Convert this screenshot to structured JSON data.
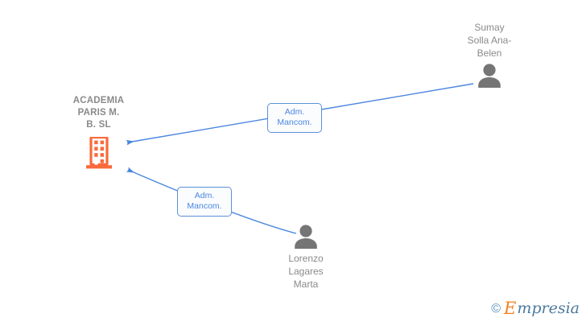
{
  "graph": {
    "background_color": "#ffffff",
    "edge_color": "#4a86e0",
    "company_color": "#f96a3c",
    "person_color": "#757575",
    "label_text_color": "#8a8a8a"
  },
  "company": {
    "name": "ACADEMIA\nPARIS M.\nB.  SL",
    "icon": "building-icon"
  },
  "persons": [
    {
      "name": "Sumay\nSolla Ana-\nBelen",
      "icon": "person-icon"
    },
    {
      "name": "Lorenzo\nLagares\nMarta",
      "icon": "person-icon"
    }
  ],
  "relations": [
    {
      "label": "Adm.\nMancom.",
      "from": "Sumay Solla Ana-Belen",
      "to": "ACADEMIA PARIS M. B. SL"
    },
    {
      "label": "Adm.\nMancom.",
      "from": "Lorenzo Lagares Marta",
      "to": "ACADEMIA PARIS M. B. SL"
    }
  ],
  "watermark": {
    "copyright": "©",
    "brand_initial": "E",
    "brand_rest": "mpresia"
  }
}
